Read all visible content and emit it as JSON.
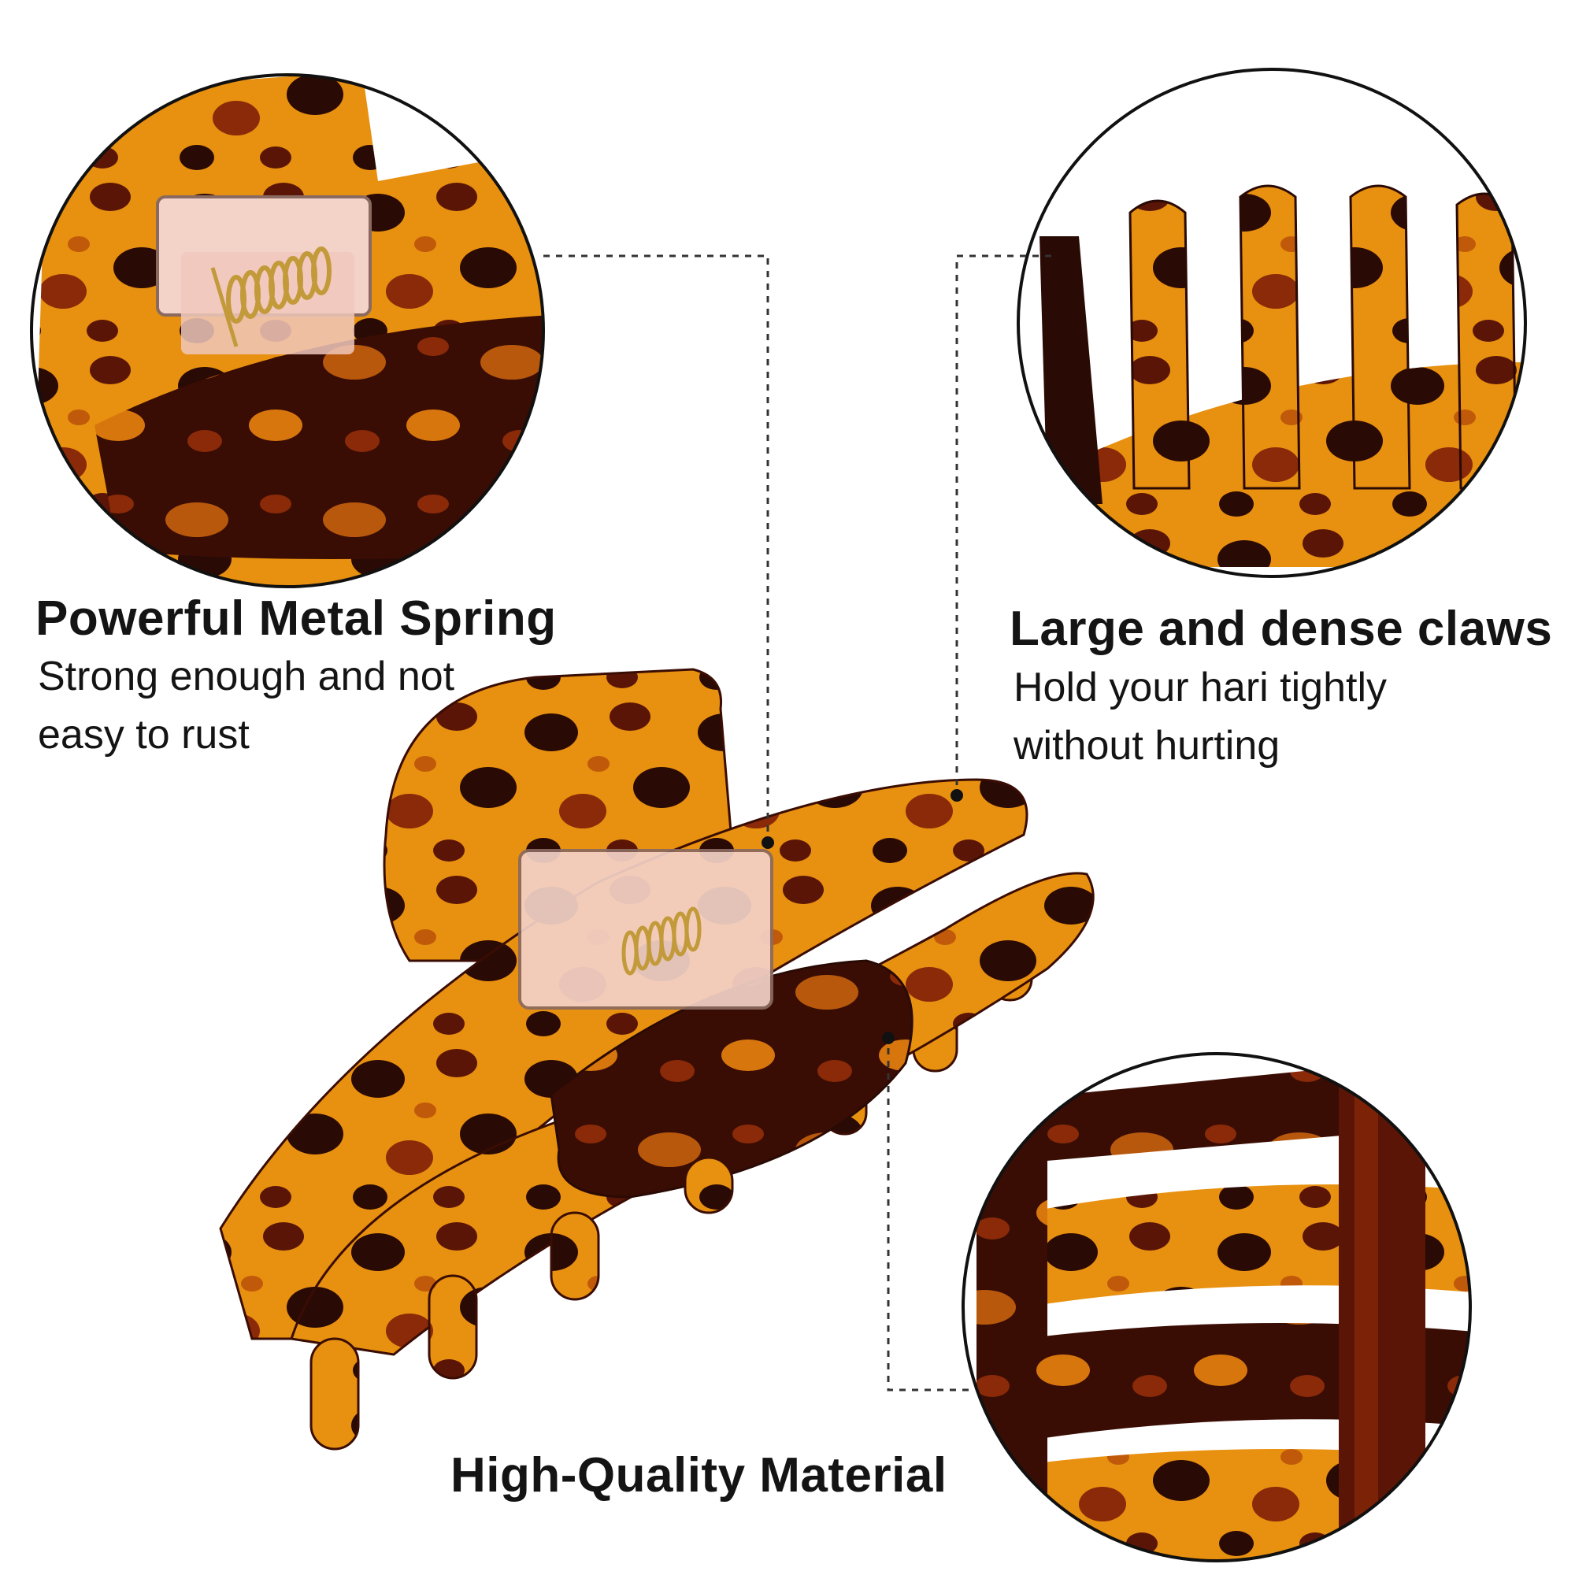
{
  "features": {
    "spring": {
      "title": "Powerful Metal Spring",
      "desc_line1": "Strong enough and not",
      "desc_line2": "easy to rust"
    },
    "claws": {
      "title": "Large and dense claws",
      "desc_line1": "Hold your hari tightly",
      "desc_line2": "without hurting"
    },
    "material": {
      "title": "High-Quality Material"
    }
  },
  "colors": {
    "amber": "#e8900f",
    "tortoise_dark": "#2a0a04",
    "tortoise_mid": "#8a2a08",
    "outline": "#111111",
    "callout_line": "#333333"
  },
  "icons": {
    "spring": "metal-spring-icon",
    "claws": "claw-teeth-icon",
    "material": "tortoise-texture-icon"
  }
}
